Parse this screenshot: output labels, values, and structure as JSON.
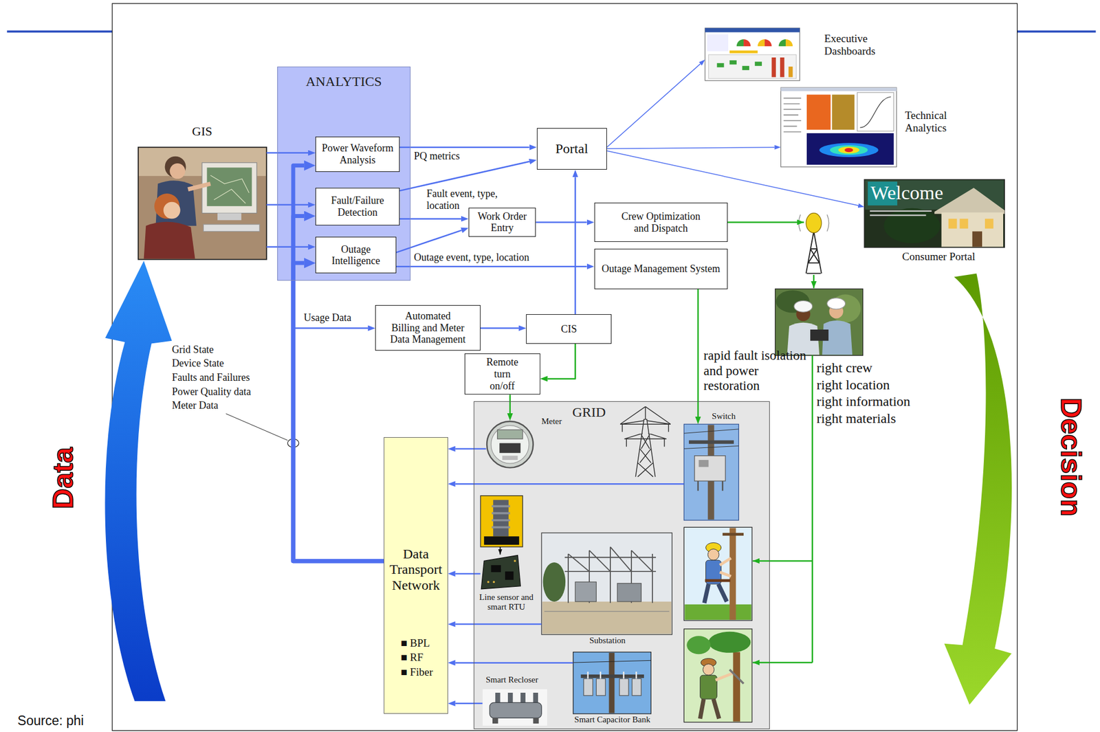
{
  "diagram": {
    "nodes": [
      {
        "text": [
          "GIS"
        ]
      },
      {
        "text": [
          "ANALYTICS"
        ]
      },
      {
        "text": [
          "Power Waveform Analysis"
        ],
        "in": 1
      },
      {
        "text": [
          "Fault/Failure Detection"
        ],
        "in": 1
      },
      {
        "text": [
          "Outage Intelligence"
        ],
        "in": 1
      },
      {
        "text": [
          "Portal"
        ]
      },
      {
        "text": [
          "Work Order Entry"
        ]
      },
      {
        "text": [
          "Crew Optimization and Dispatch"
        ]
      },
      {
        "text": [
          "Outage Management System"
        ]
      },
      {
        "text": [
          "Automated Billing and Meter Data Management"
        ]
      },
      {
        "text": [
          "CIS"
        ]
      },
      {
        "text": [
          "Remote turn on/off"
        ]
      },
      {
        "text": [
          "Executive Dashboards"
        ]
      },
      {
        "text": [
          "Technical Analytics"
        ]
      },
      {
        "text": [
          "Consumer Portal"
        ]
      },
      {
        "text": [
          "GRID"
        ]
      },
      {
        "text": [
          "Meter"
        ],
        "in": 15
      },
      {
        "text": [
          "Switch"
        ],
        "in": 15
      },
      {
        "text": [
          "Line sensor and smart RTU"
        ],
        "in": 15
      },
      {
        "text": [
          "Substation"
        ],
        "in": 15
      },
      {
        "text": [
          "Smart Recloser"
        ],
        "in": 15
      },
      {
        "text": [
          "Smart Capacitor Bank"
        ],
        "in": 15
      },
      {
        "text": [
          "Data Transport Network",
          "■ BPL",
          "■ RF",
          "■ Fiber"
        ]
      }
    ],
    "edges": [
      {
        "from": 0,
        "to": 2,
        "arrow": "to"
      },
      {
        "from": 0,
        "to": 3,
        "arrow": "to"
      },
      {
        "from": 0,
        "to": 4,
        "arrow": "to"
      },
      {
        "from": 2,
        "to": 5,
        "label": "PQ metrics",
        "arrow": "to"
      },
      {
        "from": 3,
        "to": 5,
        "arrow": "to"
      },
      {
        "from": 3,
        "to": 6,
        "label": "Fault event, type, location",
        "arrow": "to"
      },
      {
        "from": 4,
        "to": 6,
        "arrow": "to"
      },
      {
        "from": 4,
        "to": 8,
        "label": "Outage event, type, location",
        "arrow": "to"
      },
      {
        "from": 6,
        "to": 7,
        "arrow": "to"
      },
      {
        "from": 10,
        "to": 5,
        "arrow": "to"
      },
      {
        "from": 9,
        "to": 10,
        "arrow": "to"
      },
      {
        "from": 22,
        "to": 2,
        "arrow": "to"
      },
      {
        "from": 22,
        "to": 3,
        "arrow": "to"
      },
      {
        "from": 22,
        "to": 4,
        "arrow": "to"
      },
      {
        "from": 22,
        "to": 9,
        "label": "Usage Data",
        "arrow": "to"
      },
      {
        "from": 16,
        "to": 22,
        "arrow": "to"
      },
      {
        "from": 17,
        "to": 22,
        "arrow": "to"
      },
      {
        "from": 18,
        "to": 22,
        "arrow": "to"
      },
      {
        "from": 19,
        "to": 22,
        "arrow": "to"
      },
      {
        "from": 21,
        "to": 22,
        "arrow": "to"
      },
      {
        "from": 20,
        "to": 22,
        "arrow": "to"
      },
      {
        "from": 10,
        "to": 11,
        "arrow": "to"
      },
      {
        "from": 11,
        "to": 16,
        "arrow": "to"
      },
      {
        "from": 8,
        "to": 17,
        "label": "rapid fault isolation and power restoration",
        "arrow": "to"
      },
      {
        "from": 5,
        "to": 12,
        "arrow": "to"
      },
      {
        "from": 5,
        "to": 13,
        "arrow": "to"
      },
      {
        "from": 5,
        "to": 14,
        "arrow": "to"
      }
    ],
    "labels": [
      "Grid State",
      "Device State",
      "Faults and Failures",
      "Power Quality data",
      "Meter Data",
      "right crew",
      "right location",
      "right information",
      "right materials",
      "Data",
      "Decision",
      "Welcome",
      "Source: phi"
    ]
  }
}
